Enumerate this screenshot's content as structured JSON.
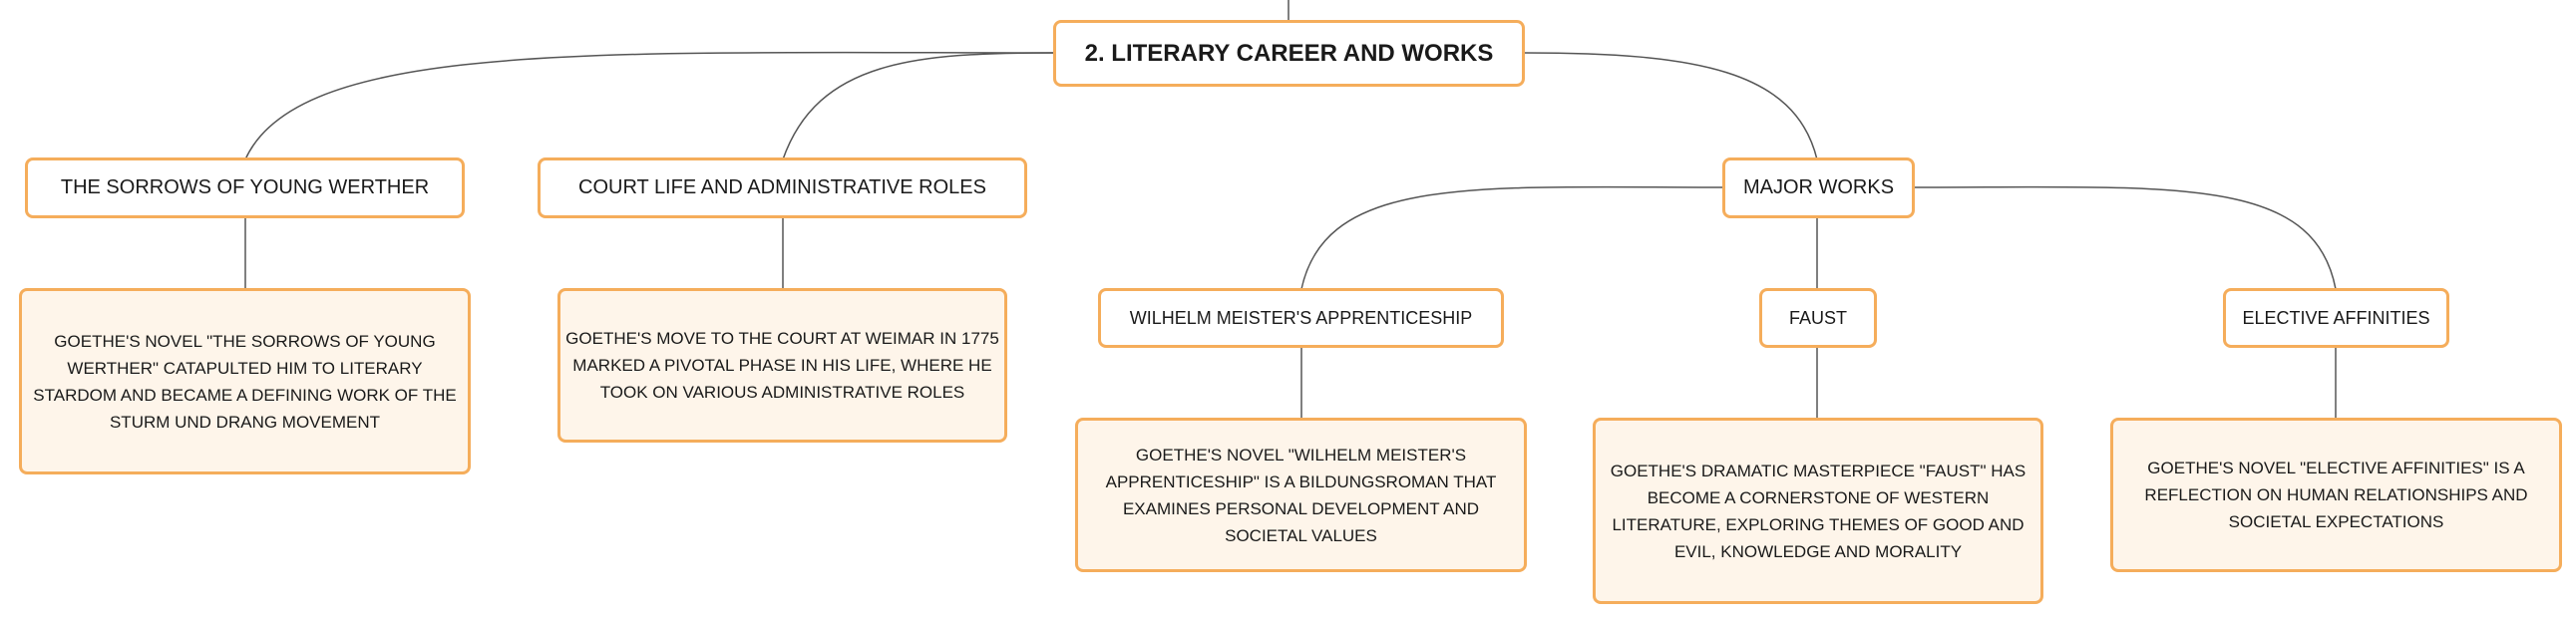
{
  "mindmap": {
    "root": {
      "label": "2. LITERARY CAREER AND WORKS"
    },
    "werther": {
      "label": "THE SORROWS OF YOUNG WERTHER",
      "description": "GOETHE'S NOVEL \"THE SORROWS OF YOUNG WERTHER\" CATAPULTED HIM TO LITERARY STARDOM AND BECAME A DEFINING WORK OF THE STURM UND DRANG MOVEMENT"
    },
    "court": {
      "label": "COURT LIFE AND ADMINISTRATIVE ROLES",
      "description": "GOETHE'S MOVE TO THE COURT AT WEIMAR IN 1775 MARKED A PIVOTAL PHASE IN HIS LIFE, WHERE HE TOOK ON VARIOUS ADMINISTRATIVE ROLES"
    },
    "major_works": {
      "label": "MAJOR WORKS",
      "meister": {
        "label": "WILHELM MEISTER'S APPRENTICESHIP",
        "description": "GOETHE'S NOVEL \"WILHELM MEISTER'S APPRENTICESHIP\" IS A BILDUNGSROMAN THAT EXAMINES PERSONAL DEVELOPMENT AND SOCIETAL VALUES"
      },
      "faust": {
        "label": "FAUST",
        "description": "GOETHE'S DRAMATIC MASTERPIECE \"FAUST\" HAS BECOME A CORNERSTONE OF WESTERN LITERATURE, EXPLORING THEMES OF GOOD AND EVIL, KNOWLEDGE AND MORALITY"
      },
      "affinities": {
        "label": "ELECTIVE AFFINITIES",
        "description": "GOETHE'S NOVEL \"ELECTIVE AFFINITIES\" IS A REFLECTION ON HUMAN RELATIONSHIPS AND SOCIETAL EXPECTATIONS"
      }
    }
  }
}
